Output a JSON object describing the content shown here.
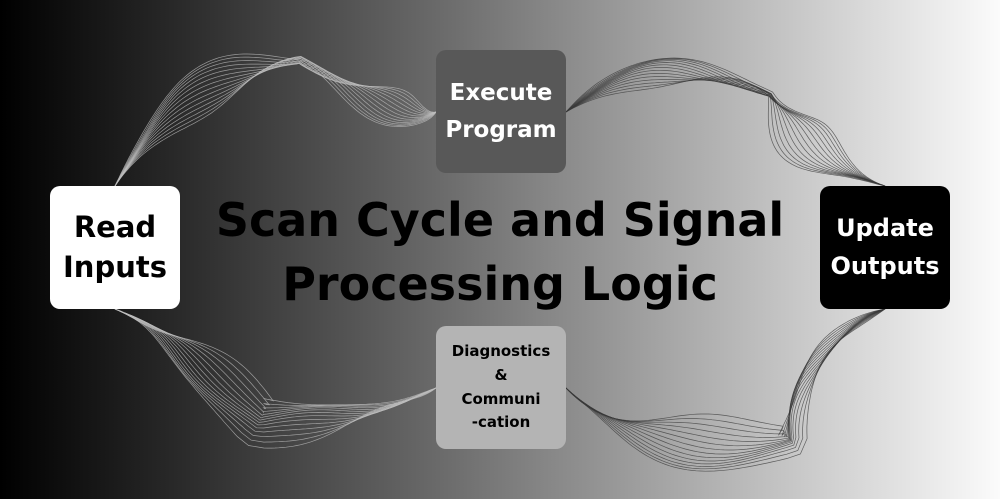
{
  "title": "Scan Cycle and Signal\nProcessing Logic",
  "nodes": {
    "read_inputs": "Read\nInputs",
    "execute_program": "Execute\nProgram",
    "update_outputs": "Update\nOutputs",
    "diagnostics": "Diagnostics\n&\nCommuni\n-cation"
  },
  "colors": {
    "read_inputs_fill": "#ffffff",
    "execute_program_fill": "#585858",
    "update_outputs_fill": "#000000",
    "diagnostics_fill": "#b4b4b4"
  }
}
